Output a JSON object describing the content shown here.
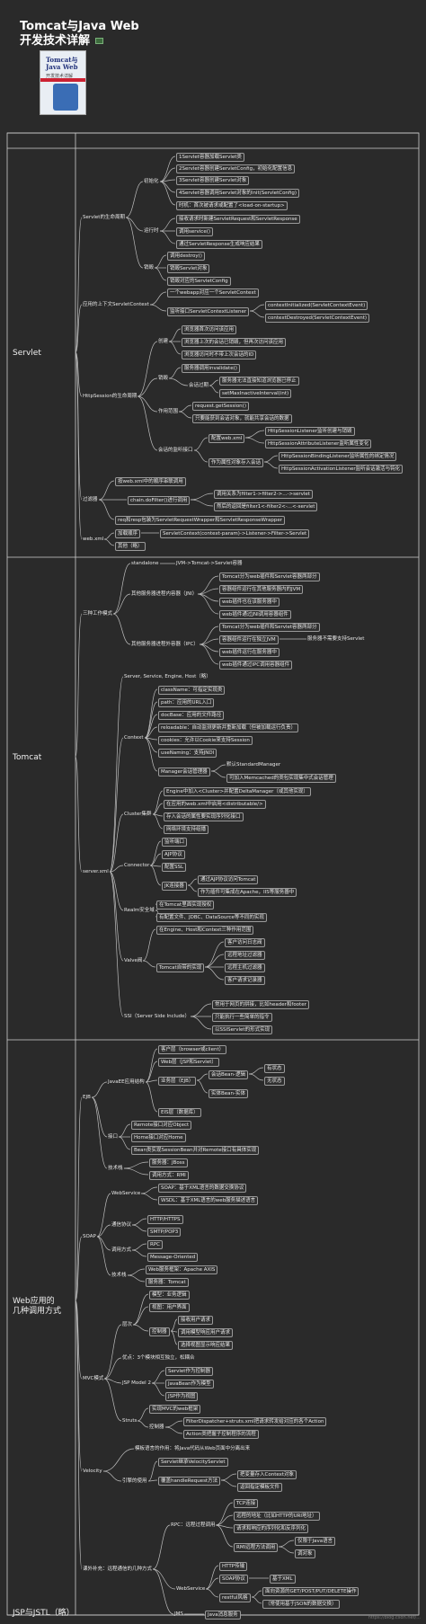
{
  "title": {
    "line1": "Tomcat与Java Web",
    "line2": "开发技术详解"
  },
  "cover": {
    "title": "Tomcat与Java Web",
    "subtitle": "开发技术详解"
  },
  "sections": {
    "servlet": "Servlet",
    "tomcat": "Tomcat",
    "web": "Web应用的\n几种调用方式",
    "jsp": "JSP与JSTL（略）"
  },
  "nodes": {
    "s_life": "Servlet的生命周期",
    "s_init": "初始化",
    "s_i1": "1Servlet容器加载Servlet类",
    "s_i2": "2Servlet容器创建ServletConfig，初始化配置信息",
    "s_i3": "3Servlet容器创建Servlet对象",
    "s_i4": "4Servlet容器调用Servlet对象的init(ServletConfig)",
    "s_i5": "时机：首次被请求或配置了<load-on-startup>",
    "s_run": "运行时",
    "s_r1": "接收请求时新建ServletRequest和ServletResponse",
    "s_r2": "调用service()",
    "s_r3": "通过ServletResponse生成响应结果",
    "s_destroy": "销毁",
    "s_d1": "调用destroy()",
    "s_d2": "销毁Servlet对象",
    "s_d3": "销毁对应的ServletConfig",
    "s_ctx": "应用的上下文ServletContext",
    "s_c1": "一个webapp对应一个ServletContext",
    "s_c2": "监听接口ServletContextListener",
    "s_c2a": "contextInitialized(ServletContextEvent)",
    "s_c2b": "contextDestroyed(ServletContextEvent)",
    "s_hs": "HttpSession的生命周期",
    "s_h_create": "创建",
    "s_h_c0": "浏览器首次访问该应用",
    "s_h_c1": "浏览器上次的会话已销毁，但再次访问该应用",
    "s_h_c2": "浏览器访问时不带上次会话的ID",
    "s_h_destroy": "销毁",
    "s_h_d1": "服务器调用invalidate()",
    "s_h_d2": "会话过期",
    "s_h_d2a": "服务器无法直接知道浏览器已停止",
    "s_h_d2b": "setMaxInactiveInterval(int)",
    "s_h_scope": "作用范围",
    "s_h_s1": "request.getSession()",
    "s_h_s2": "只要能获到会话对象，就能共享会话的数据",
    "s_h_listen": "会话的监听接口",
    "s_h_l1": "配置web.xml",
    "s_h_l1a": "HttpSessionListener监听创建与销毁",
    "s_h_l1b": "HttpSessionAttributeListener监听属性变化",
    "s_h_l2": "作为属性对象存入会话",
    "s_h_l2a": "HttpSessionBindingListener监听属性的绑定情况",
    "s_h_l2b": "HttpSessionActivationListener监听会话激活与钝化",
    "s_f": "过滤器",
    "s_f0": "按web.xml中的顺序串联调用",
    "s_f1": "chain.doFilter()进行调用",
    "s_f1a": "调用关系为filter1->filter2->...->servlet",
    "s_f1b": "然后的返回是filter1<-filter2<-...<-servlet",
    "s_f2": "req和resp包装为ServletRequestWrapper和ServletResponseWrapper",
    "s_x": "web.xml",
    "s_x1": "加载顺序",
    "s_x1a": "ServletContext(context-param)->Listener->Filter->Servlet",
    "s_x2": "其他（略）",
    "t_modes": "三种工作模式",
    "t_m1": "standalone",
    "t_m1a": "JVM->Tomcat->Servlet容器",
    "t_m2": "其他服务器进程内容器（JNI）",
    "t_m2a": "Tomcat分为web插件和Servlet容器两部分",
    "t_m2b": "容器组件运行在其他服务器内的JVM",
    "t_m2c": "web插件也在该服务器中",
    "t_m2d": "web插件通过JNI调用容器组件",
    "t_m3": "其他服务器进程外容器（IPC）",
    "t_m3a": "Tomcat分为web插件和Servlet容器两部分",
    "t_m3b": "容器组件运行在独立JVM",
    "t_m3b2": "服务器不需要支持Servlet",
    "t_m3c": "web插件运行在服务器中",
    "t_m3d": "web插件通过IPC调用容器组件",
    "t_sx": "server.xml",
    "t_s0": "Server, Service, Engine, Host（略）",
    "t_ctx": "Context",
    "t_c1": "className：可指定实现类",
    "t_c2": "path：应用的URL入口",
    "t_c3": "docBase：应用的文件路径",
    "t_c4": "reloadable：自动监测更新并重新加载（但被加载运行负责）",
    "t_c5": "cookies：允许以Cookie来支持Session",
    "t_c6": "useNaming：支持JNDI",
    "t_c7": "Manager会话管理器",
    "t_c7a": "默认StandardManager",
    "t_c7b": "可加入Memcached的类包实现集中式会话管理",
    "t_cl": "Cluster集群",
    "t_cl1": "Engine中加入<Cluster>并配置DeltaManager（或其他实现）",
    "t_cl2": "在应用的web.xml中启用<distributable/>",
    "t_cl3": "存入会话的属性要实现序列化接口",
    "t_cl4": "网络环境支持组播",
    "t_cn": "Connector",
    "t_cn1": "监听端口",
    "t_cn2": "AJP协议",
    "t_cn3": "配置SSL",
    "t_cn4": "JK连接器",
    "t_cn4a": "通过AJP协议访问Tomcat",
    "t_cn4b": "作为插件可集成在Apache，IIS等服务器中",
    "t_rl": "Realm安全域",
    "t_rl1": "在Tomcat里面实现授权",
    "t_rl2": "有配置文件、JDBC、DataSource等不同的实现",
    "t_vl": "Valve阀",
    "t_vl1": "在Engine、Host和Context三种作用范围",
    "t_vl2": "Tomcat自带的实现",
    "t_vl2a": "客户访问日志阀",
    "t_vl2b": "远程地址过滤器",
    "t_vl2c": "远程主机过滤器",
    "t_vl2d": "客户请求记录器",
    "t_ssi": "SSI（Server Side Include）",
    "t_ssi1": "常用于网页的拼接，比如header和footer",
    "t_ssi2": "只能执行一些简单的指令",
    "t_ssi3": "以SSIServlet的形式实现",
    "w_ejb": "EJB",
    "w_e1": "JavaEE应用结构",
    "w_e1a": "客户层（browser或client）",
    "w_e1b": "Web层（JSP和Servlet）",
    "w_e1c": "业务层（EJB）",
    "w_e1c1": "会话Bean-逻辑",
    "w_e1c1a": "有状态",
    "w_e1c1b": "无状态",
    "w_e1c2": "实体Bean-实体",
    "w_e1d": "EIS层（数据库）",
    "w_e2": "接口",
    "w_e2a": "Remote接口对应Object",
    "w_e2b": "Home接口对应Home",
    "w_e2c": "Bean类实现SessionBean并对Remote接口有具体实现",
    "w_e3": "技术栈",
    "w_e3a": "服务器：JBoss",
    "w_e3b": "调用方式：RMI",
    "w_soap": "SOAP",
    "w_s1": "WebService",
    "w_s1a": "SOAP：基于XML语言的数据交换协议",
    "w_s1b": "WSDL：基于XML语言的web服务描述语言",
    "w_s2": "通信协议",
    "w_s2a": "HTTP/HTTPS",
    "w_s2b": "SMTP/POP3",
    "w_s3": "调用方式",
    "w_s3a": "RPC",
    "w_s3b": "Message-Oriented",
    "w_s4": "技术栈",
    "w_s4a": "Web服务框架：Apache AXIS",
    "w_s4b": "服务器：Tomcat",
    "w_mvc": "MVC模式",
    "w_m1": "层次",
    "w_m1a": "模型：业务逻辑",
    "w_m1b": "视图：用户界面",
    "w_m1c": "控制器",
    "w_m1c1": "接收用户请求",
    "w_m1c2": "调用模型响应用户请求",
    "w_m1c3": "选择视图显示响应结果",
    "w_m2": "优点：3个模块相互独立，松耦合",
    "w_m3": "JSP Model 2",
    "w_m3a": "Servlet作为控制器",
    "w_m3b": "JavaBean作为模型",
    "w_m3c": "JSP作为视图",
    "w_m4": "Struts",
    "w_m4a": "实现MVC的web框架",
    "w_m4b": "控制器",
    "w_m4b1": "FilterDispatcher+struts.xml把请求转发给对应的各个Action",
    "w_m4b2": "Action类把握子控制程序的流程",
    "w_vel": "Velocity",
    "w_v1": "模板语言的作用：将Java代码从Web页面中分离出来",
    "w_v2": "引擎的使用",
    "w_v2a": "Servlet继承VelocityServlet",
    "w_v2b": "覆盖handleRequest方法",
    "w_v2b1": "把变量存入Context对象",
    "w_v2b2": "返回指定模板文件",
    "w_rmt": "课外补充：远程通信的几种方式",
    "w_r1": "RPC：远程过程调用",
    "w_r1a": "TCP连接",
    "w_r1b": "远程的地址（比如HTTP的URI地址）",
    "w_r1c": "请求和响应的序列化和反序列化",
    "w_r1d": "RMI远程方法调用",
    "w_r1d1": "仅限于Java语言",
    "w_r1d2": "调对象",
    "w_r2": "WebService",
    "w_r2a": "HTTP传输",
    "w_r2b": "SOAP协议",
    "w_r2b1": "基于XML",
    "w_r2c": "restful风格",
    "w_r2c1": "面向资源的GET/POST/PUT/DELETE操作",
    "w_r2c2": "（常使用基于JSON的数据交换）",
    "w_r3": "JMS",
    "w_r3a": "Java消息服务"
  },
  "watermark": "https://blog.csdn.net/..."
}
